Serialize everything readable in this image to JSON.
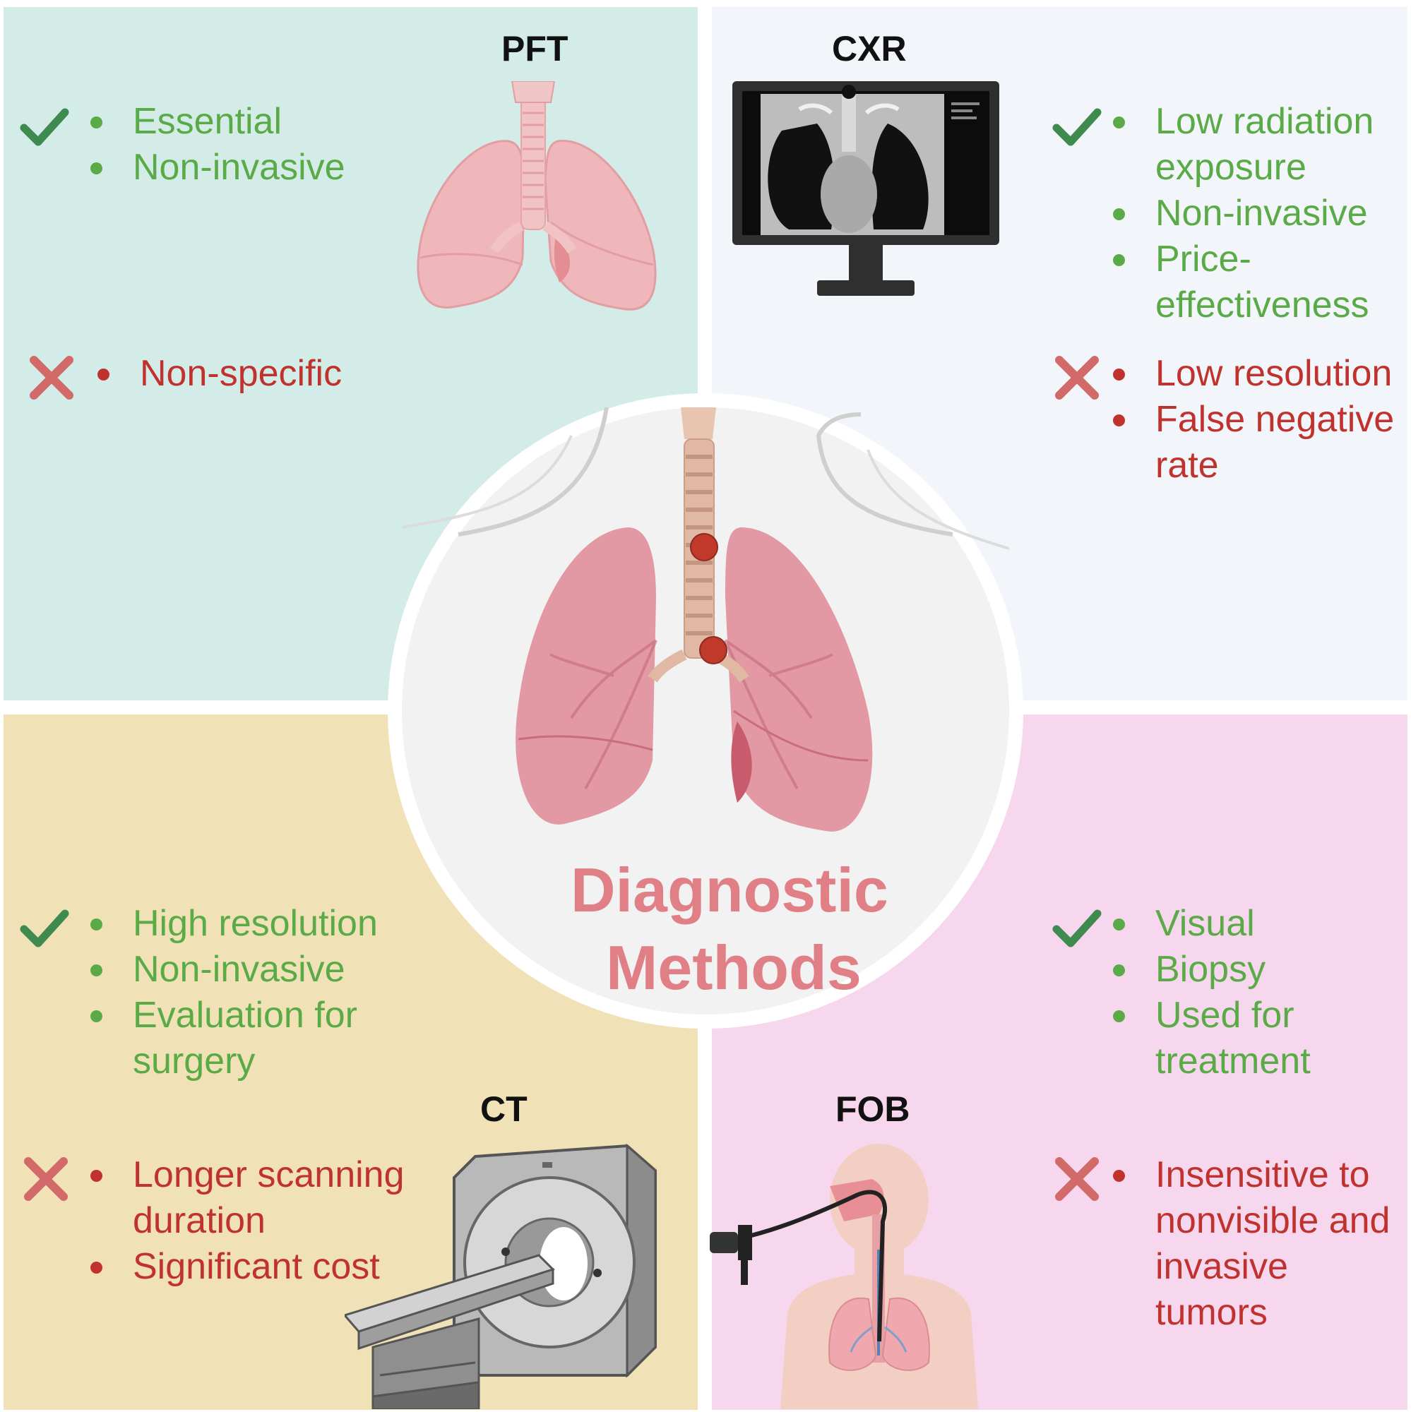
{
  "center": {
    "title_line1": "Diagnostic",
    "title_line2": "Methods"
  },
  "colors": {
    "pro": "#5aab47",
    "con": "#c0322d",
    "check": "#3e8a4f",
    "cross": "#d36a6a",
    "title": "#e07f86"
  },
  "quadrants": {
    "pft": {
      "title": "PFT",
      "pros": [
        "Essential",
        "Non-invasive"
      ],
      "cons": [
        "Non-specific"
      ]
    },
    "cxr": {
      "title": "CXR",
      "pros": [
        "Low radiation exposure",
        "Non-invasive",
        "Price-effectiveness"
      ],
      "cons": [
        "Low resolution",
        "False negative rate"
      ]
    },
    "ct": {
      "title": "CT",
      "pros": [
        "High resolution",
        "Non-invasive",
        "Evaluation for surgery"
      ],
      "cons": [
        "Longer scanning duration",
        "Significant cost"
      ]
    },
    "fob": {
      "title": "FOB",
      "pros": [
        "Visual",
        "Biopsy",
        "Used for treatment"
      ],
      "cons": [
        "Insensitive to nonvisible and invasive tumors"
      ]
    }
  }
}
